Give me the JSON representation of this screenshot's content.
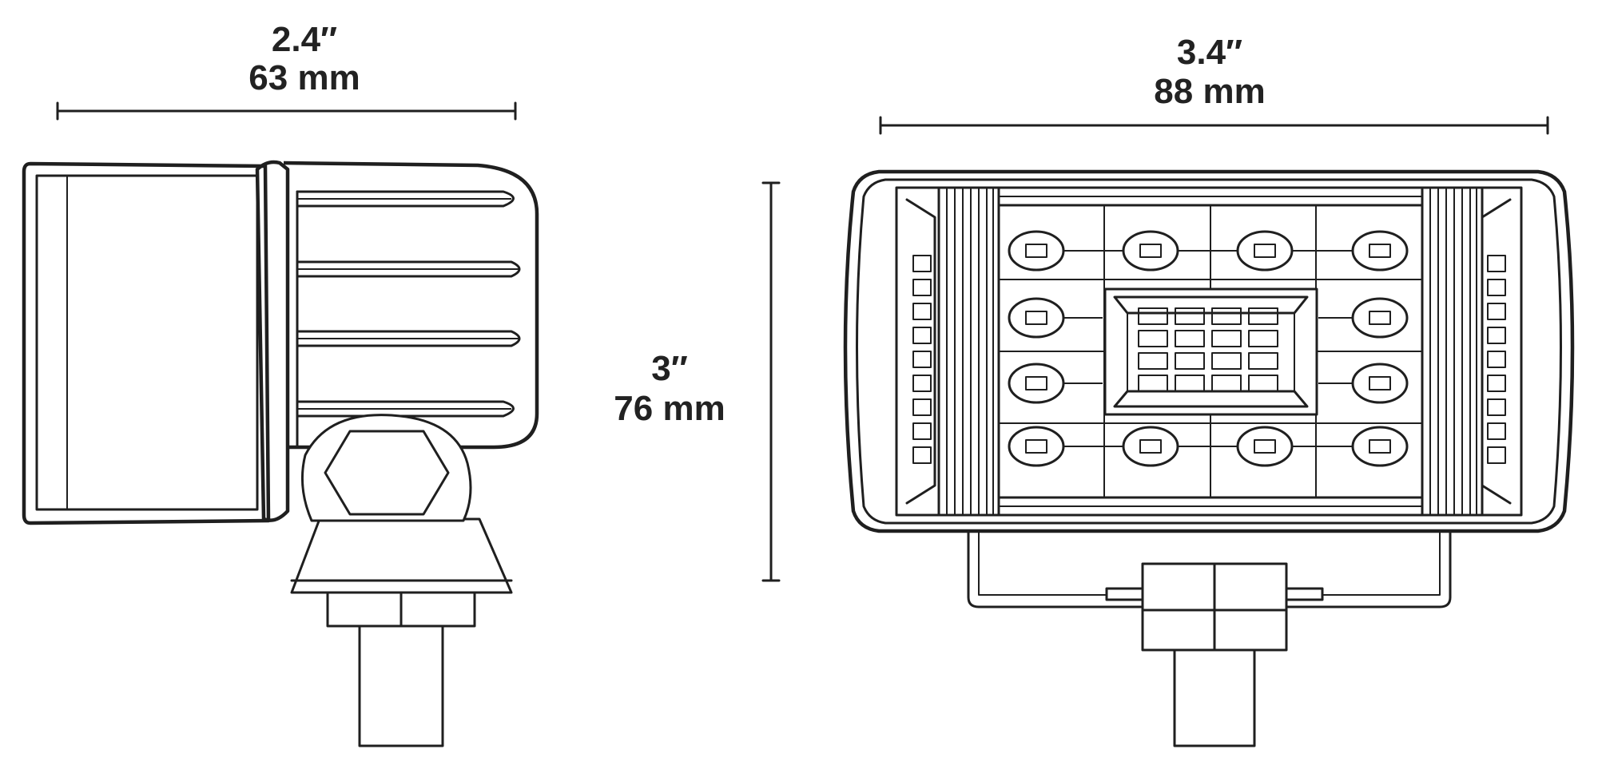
{
  "dimensions": {
    "side_width": {
      "inches": "2.4″",
      "mm": "63 mm"
    },
    "height": {
      "inches": "3″",
      "mm": "76 mm"
    },
    "front_width": {
      "inches": "3.4″",
      "mm": "88 mm"
    }
  },
  "colors": {
    "line": "#1f1f1f",
    "text": "#222222",
    "background": "#ffffff"
  }
}
